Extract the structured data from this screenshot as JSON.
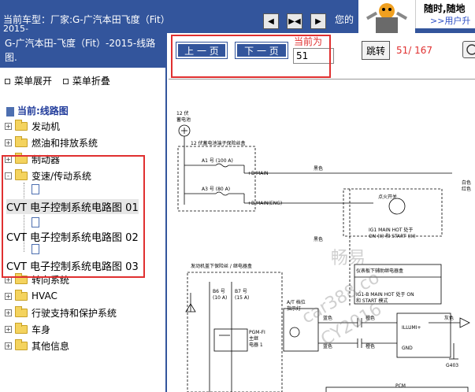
{
  "topbar": {
    "car_label": "当前车型：",
    "car_value": "厂家:G-广汽本田飞度（Fit）",
    "car_value_wrap": "2015-",
    "message": "您的",
    "promo_line1": "随时,随地",
    "promo_line2": ">>用户升",
    "nav": {
      "first": "◀",
      "prev_next": "▶◀",
      "next": "▶"
    }
  },
  "left": {
    "title": "G-广汽本田-飞度（Fit）-2015-线路图.",
    "expand_all": "菜单展开",
    "collapse_all": "菜单折叠",
    "tree_header": "当前:线路图",
    "items": [
      {
        "label": "发动机",
        "sign": "+"
      },
      {
        "label": "燃油和排放系统",
        "sign": "+"
      },
      {
        "label": "制动器",
        "sign": "+"
      },
      {
        "label": "变速/传动系统",
        "sign": "-"
      },
      {
        "label": "转向系统",
        "sign": "+"
      },
      {
        "label": "HVAC",
        "sign": "+"
      },
      {
        "label": "行驶支持和保护系统",
        "sign": "+"
      },
      {
        "label": "车身",
        "sign": "+"
      },
      {
        "label": "其他信息",
        "sign": "+"
      }
    ],
    "leaves": [
      "CVT 电子控制系统电路图 01",
      "CVT 电子控制系统电路图 02",
      "CVT 电子控制系统电路图 03"
    ]
  },
  "toolbar": {
    "prev_label": "上 一 页",
    "next_label": "下 一 页",
    "page_label": "当前为",
    "page_value": "51",
    "jump_label": "跳转",
    "page_count": "51/ 167"
  },
  "diagram": {
    "battery": "12 伏\n蓄电池",
    "fusebox": "12 伏蓄电池端子保险丝盒",
    "fuse_a1": "A1 号 (100 A)",
    "fuse_a3": "A3 号 (80 A)",
    "main": "+B MAIN",
    "main_eng": "+B MAIN(ENG)",
    "black1": "黑色",
    "black2": "黑色",
    "ig_switch": "点火开关",
    "ig1_main": "IG1 MAIN HOT 处于 ON (II) 和 START (III)",
    "dash_relay": "仪表板下辅助继电器盒",
    "ig1_hot": "IG1-B MAIN HOT 处于 ON 和 START 模式",
    "engine_box": "发动机盖下保险丝 / 继电器盒",
    "b6": "B6 号 (10 A)",
    "b7": "B7 号 (15 A)",
    "pgm_fi": "PGM-FI 主继电器 1",
    "at_indicator": "A/T 档位指示灯",
    "blue": "蓝色",
    "orange": "橙色",
    "gray": "灰色",
    "ground": "G403",
    "illumi": "ILLUMI+",
    "gnd": "GND",
    "pcm": "PCM",
    "red": "红色",
    "white": "白色",
    "watermarks": [
      "畅易",
      "car388.co",
      "CY2016"
    ]
  }
}
